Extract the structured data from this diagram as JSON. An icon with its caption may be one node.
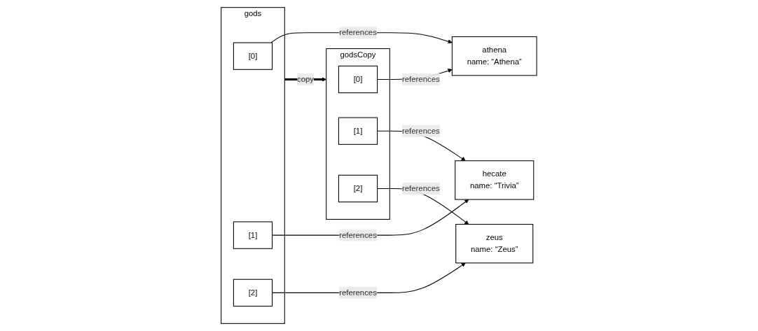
{
  "diagram": {
    "nodes": [
      {
        "text": [
          "gods"
        ]
      },
      {
        "text": [
          "[0]"
        ],
        "in": 0
      },
      {
        "text": [
          "[1]"
        ],
        "in": 0
      },
      {
        "text": [
          "[2]"
        ],
        "in": 0
      },
      {
        "text": [
          "athena",
          "name: “Athena”"
        ]
      },
      {
        "text": [
          "hecate",
          "name: “Trivia”"
        ]
      },
      {
        "text": [
          "zeus",
          "name: “Zeus”"
        ]
      },
      {
        "text": [
          "godsCopy"
        ]
      },
      {
        "text": [
          "[0]"
        ],
        "in": 7
      },
      {
        "text": [
          "[1]"
        ],
        "in": 7
      },
      {
        "text": [
          "[2]"
        ],
        "in": 7
      }
    ],
    "edges": [
      {
        "from": 0,
        "to": 7,
        "arrow": "to",
        "label": "copy",
        "style": "thick"
      },
      {
        "from": 1,
        "to": 4,
        "arrow": "to",
        "label": "references"
      },
      {
        "from": 2,
        "to": 5,
        "arrow": "to",
        "label": "references"
      },
      {
        "from": 3,
        "to": 6,
        "arrow": "to",
        "label": "references"
      },
      {
        "from": 8,
        "to": 4,
        "arrow": "to",
        "label": "references"
      },
      {
        "from": 9,
        "to": 5,
        "arrow": "to",
        "label": "references"
      },
      {
        "from": 10,
        "to": 6,
        "arrow": "to",
        "label": "references"
      }
    ]
  }
}
